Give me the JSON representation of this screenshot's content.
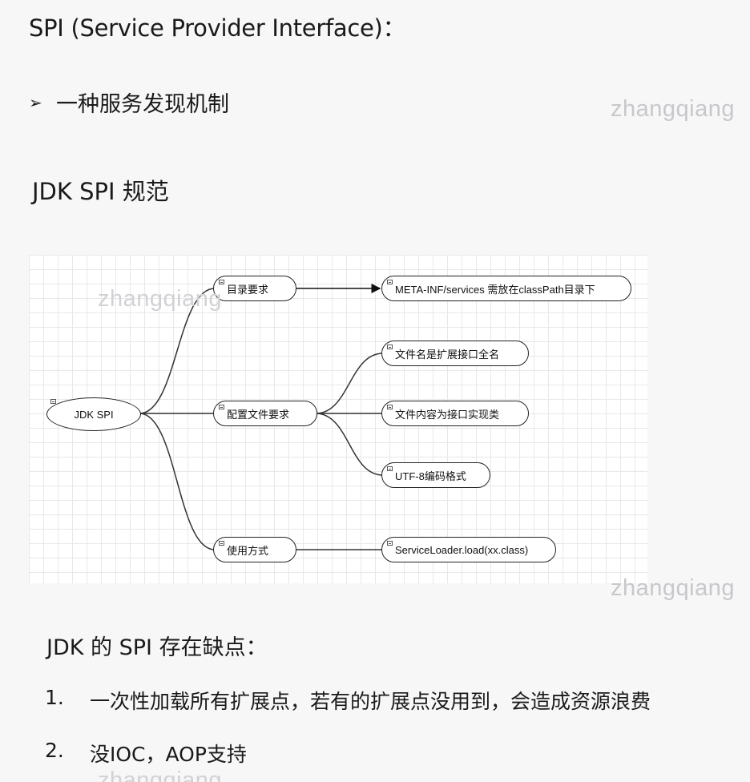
{
  "header": {
    "title": "SPI (Service Provider Interface)：",
    "bullet_symbol": "➢",
    "bullet_text": "一种服务发现机制",
    "subtitle": "JDK SPI 规范"
  },
  "watermark": "zhangqiang",
  "diagram": {
    "root": "JDK SPI",
    "branches": [
      {
        "label": "目录要求",
        "children": [
          "META-INF/services 需放在classPath目录下"
        ]
      },
      {
        "label": "配置文件要求",
        "children": [
          "文件名是扩展接口全名",
          "文件内容为接口实现类",
          "UTF-8编码格式"
        ]
      },
      {
        "label": "使用方式",
        "children": [
          "ServiceLoader.load(xx.class)"
        ]
      }
    ]
  },
  "drawbacks": {
    "title": "JDK 的 SPI 存在缺点：",
    "items": [
      {
        "num": "1.",
        "text": "一次性加载所有扩展点，若有的扩展点没用到，会造成资源浪费"
      },
      {
        "num": "2.",
        "text": "没IOC，AOP支持"
      }
    ]
  }
}
